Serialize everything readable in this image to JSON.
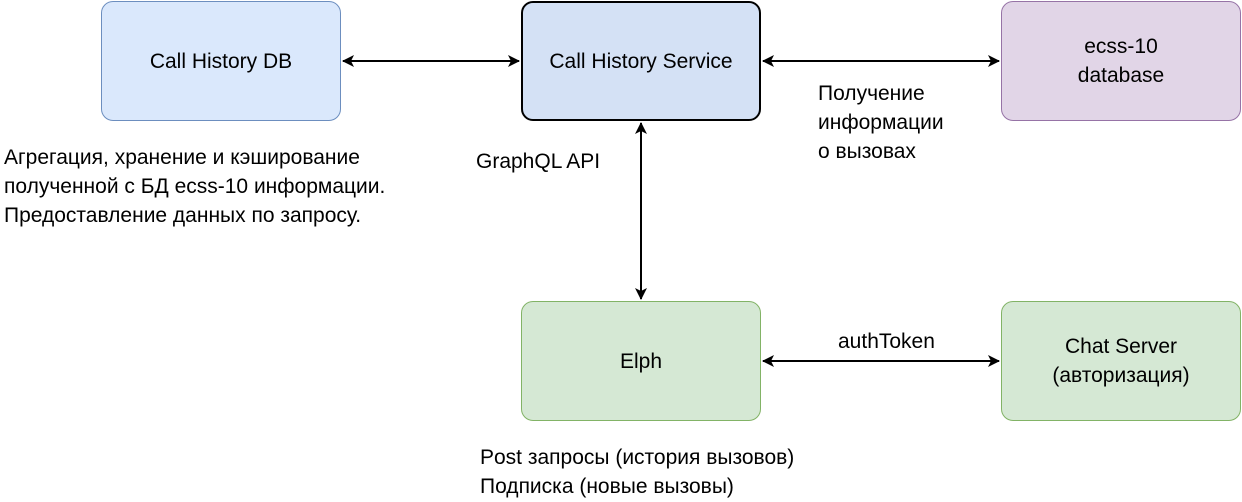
{
  "nodes": {
    "call_history_db": "Call History DB",
    "call_history_service": "Call History Service",
    "ecss_database": "ecss-10\ndatabase",
    "elph": "Elph",
    "chat_server": "Chat Server\n(авторизация)"
  },
  "labels": {
    "aggregation": "Агрегация, хранение и кэширование\nполученной с БД ecss-10 информации.\nПредоставление данных по запросу.",
    "graphql_api": "GraphQL API",
    "receive_calls": "Получение\nинформации\nо вызовах",
    "auth_token": "authToken",
    "post_requests": "Post запросы (история вызовов)\nПодписка (новые вызовы)"
  },
  "colors": {
    "db_fill": "#dae8fc",
    "db_stroke": "#6c8ebf",
    "service_fill": "#d4e1f5",
    "service_stroke": "#000000",
    "ecss_fill": "#e1d5e7",
    "ecss_stroke": "#9673a6",
    "green_fill": "#d5e8d4",
    "green_stroke": "#82b366"
  },
  "edges": [
    {
      "from": "call_history_db",
      "to": "call_history_service",
      "arrows": "both"
    },
    {
      "from": "call_history_service",
      "to": "ecss_database",
      "arrows": "both"
    },
    {
      "from": "call_history_service",
      "to": "elph",
      "arrows": "both"
    },
    {
      "from": "elph",
      "to": "chat_server",
      "arrows": "both"
    }
  ]
}
